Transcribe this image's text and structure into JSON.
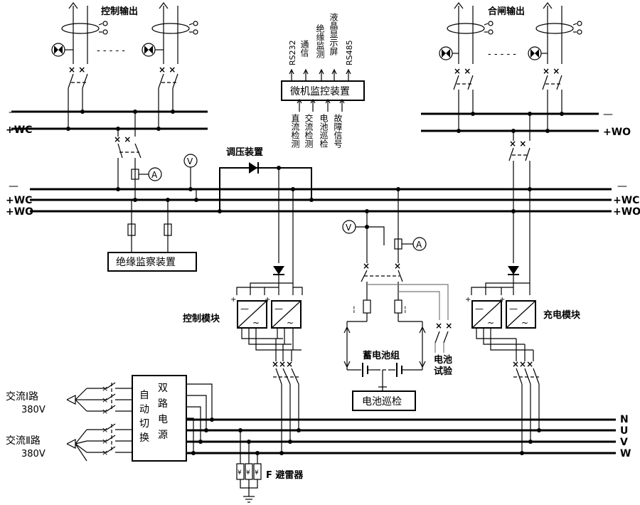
{
  "labels": {
    "control_output": "控制输出",
    "close_output": "合闸输出",
    "minus": "—",
    "plus_wc": "+WC",
    "plus_wo": "+WO",
    "regulator": "调压装置",
    "insulation_device": "绝缘监察装置",
    "control_module": "控制模块",
    "charge_module": "充电模块",
    "battery_group": "蓄电池组",
    "battery_test": [
      "电池",
      "试验"
    ],
    "battery_patrol": "电池巡检",
    "lightning": "F 避雷器",
    "ac1": "交流Ⅰ路",
    "ac2": "交流Ⅱ路",
    "v380": "380V",
    "auto_switch": [
      "自",
      "动",
      "切",
      "换"
    ],
    "dual_power": [
      "双",
      "路",
      "电",
      "源"
    ],
    "voltmeter": "V",
    "ammeter": "A",
    "dots": "- - - - -"
  },
  "monitor": {
    "title": "微机监控装置",
    "top_items": [
      "RS232",
      "通信",
      "绝缘监测",
      "液晶显示屏",
      "RS485"
    ],
    "bottom_items": [
      "直流检测",
      "交流检测",
      "电池巡检",
      "故障信号"
    ]
  },
  "ac_buses": [
    "N",
    "U",
    "V",
    "W"
  ]
}
